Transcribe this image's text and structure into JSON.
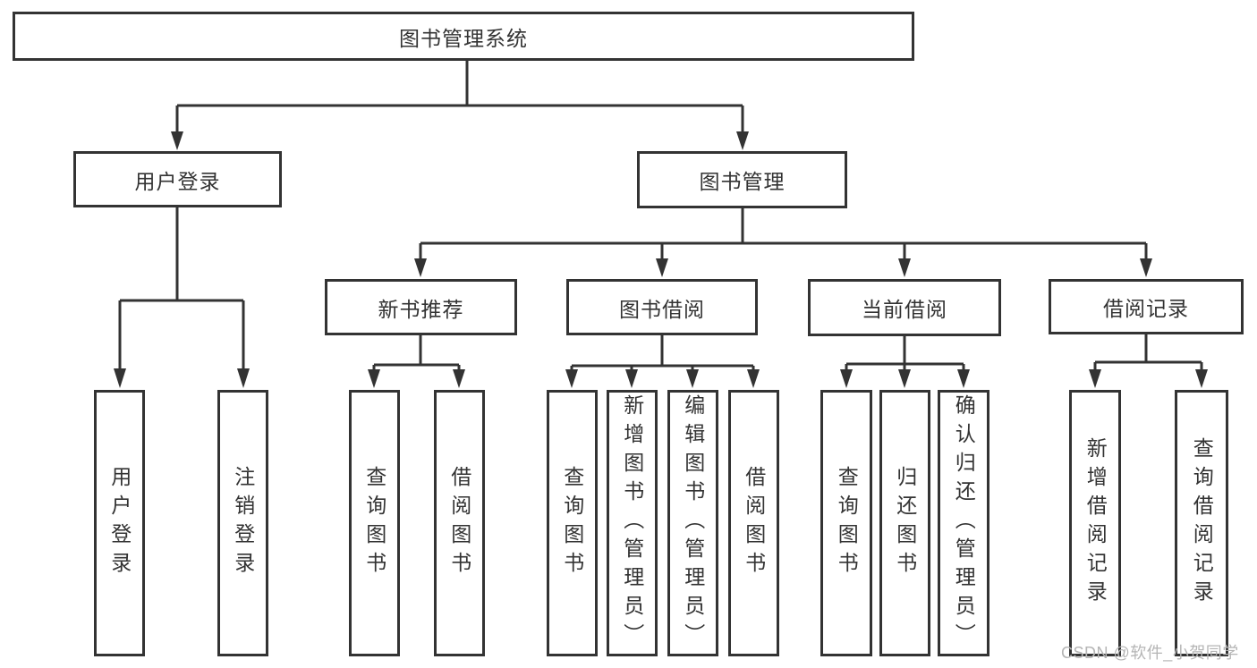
{
  "diagram": {
    "type": "tree",
    "root": {
      "label": "图书管理系统"
    },
    "branches": [
      {
        "label": "用户登录",
        "children": [
          {
            "label": "用户登录"
          },
          {
            "label": "注销登录"
          }
        ]
      },
      {
        "label": "图书管理",
        "children": [
          {
            "label": "新书推荐",
            "children": [
              {
                "label": "查询图书"
              },
              {
                "label": "借阅图书"
              }
            ]
          },
          {
            "label": "图书借阅",
            "children": [
              {
                "label": "查询图书"
              },
              {
                "label": "新增图书（管理员）"
              },
              {
                "label": "编辑图书（管理员）"
              },
              {
                "label": "借阅图书"
              }
            ]
          },
          {
            "label": "当前借阅",
            "children": [
              {
                "label": "查询图书"
              },
              {
                "label": "归还图书"
              },
              {
                "label": "确认归还（管理员）"
              }
            ]
          },
          {
            "label": "借阅记录",
            "children": [
              {
                "label": "新增借阅记录"
              },
              {
                "label": "查询借阅记录"
              }
            ]
          }
        ]
      }
    ]
  },
  "watermark": {
    "text": "CSDN @软件_小贺同学"
  },
  "colors": {
    "background": "#ffffff",
    "box_border": "#333333",
    "text": "#333333",
    "connector_line": "#333333",
    "watermark": "#b5b5b5"
  }
}
